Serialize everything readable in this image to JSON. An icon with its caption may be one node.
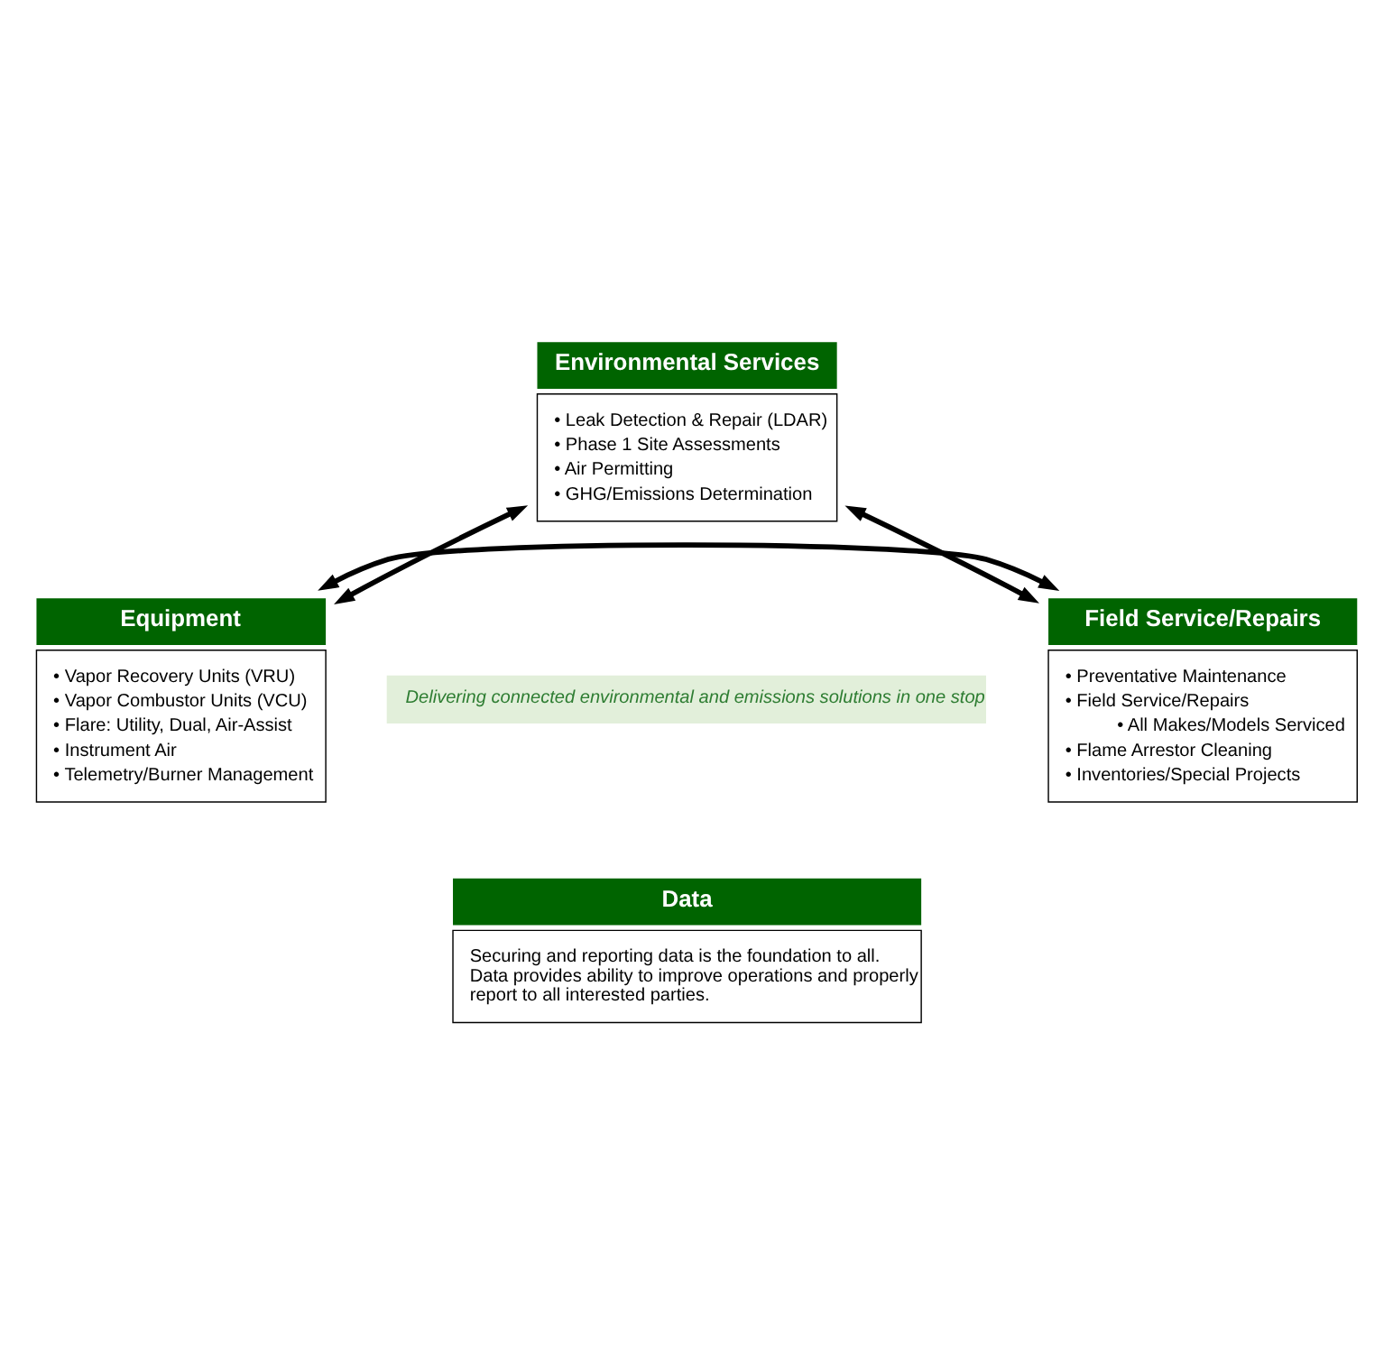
{
  "diagram": {
    "nodes": [
      {
        "text": [
          "Environmental Services",
          "• Leak Detection & Repair (LDAR)",
          "• Phase 1 Site Assessments",
          "• Air Permitting",
          "• GHG/Emissions Determination"
        ]
      },
      {
        "text": [
          "Delivering connected environmental and emissions solutions in one stop"
        ]
      },
      {
        "text": [
          "Equipment",
          "• Vapor Recovery Units (VRU)",
          "• Vapor Combustor Units (VCU)",
          "• Flare: Utility, Dual, Air-Assist",
          "• Instrument Air",
          "• Telemetry/Burner Management"
        ]
      },
      {
        "text": [
          "Field Service/Repairs",
          "• Preventative Maintenance",
          "• Field Service/Repairs",
          "• All Makes/Models Serviced",
          "• Flame Arrestor Cleaning",
          "• Inventories/Special Projects"
        ]
      },
      {
        "text": [
          "Data",
          "Securing and reporting data is the foundation to all. Data provides ability to improve operations and properly report to all interested parties."
        ]
      }
    ],
    "edges": [
      {
        "from": 0,
        "to": 2,
        "arrow": "both"
      },
      {
        "from": 0,
        "to": 3,
        "arrow": "both"
      },
      {
        "from": 2,
        "to": 3,
        "arrow": "both"
      }
    ]
  }
}
